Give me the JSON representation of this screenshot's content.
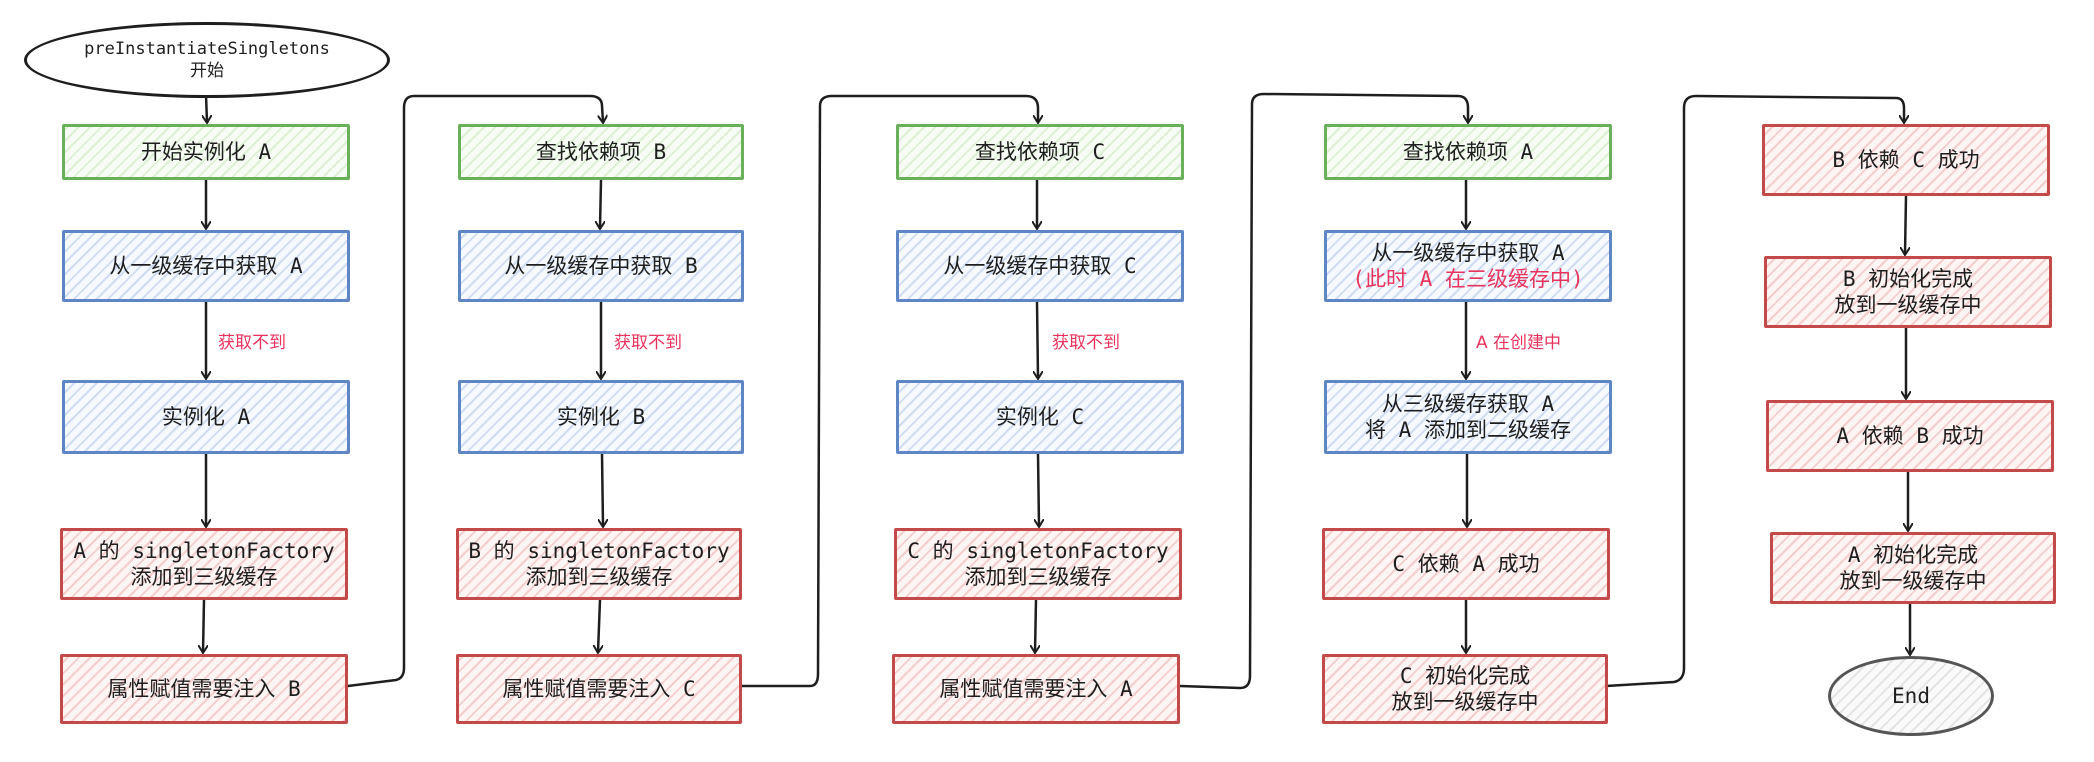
{
  "start": {
    "line1": "preInstantiateSingletons",
    "line2": "开始"
  },
  "end": {
    "label": "End"
  },
  "colors": {
    "green": "#6aaf5a",
    "blue": "#5f86c4",
    "red": "#c44a4a",
    "label": "#e8335d",
    "line": "#1e1e1e"
  },
  "col1": {
    "n1": "开始实例化 A",
    "n2": "从一级缓存中获取 A",
    "label": "获取不到",
    "n3": "实例化 A",
    "n4a": "A 的 singletonFactory",
    "n4b": "添加到三级缓存",
    "n5": "属性赋值需要注入 B"
  },
  "col2": {
    "n1": "查找依赖项 B",
    "n2": "从一级缓存中获取 B",
    "label": "获取不到",
    "n3": "实例化 B",
    "n4a": "B 的 singletonFactory",
    "n4b": "添加到三级缓存",
    "n5": "属性赋值需要注入 C"
  },
  "col3": {
    "n1": "查找依赖项 C",
    "n2": "从一级缓存中获取 C",
    "label": "获取不到",
    "n3": "实例化 C",
    "n4a": "C 的 singletonFactory",
    "n4b": "添加到三级缓存",
    "n5": "属性赋值需要注入 A"
  },
  "col4": {
    "n1": "查找依赖项 A",
    "n2a": "从一级缓存中获取 A",
    "n2b": "(此时 A 在三级缓存中)",
    "label": "A 在创建中",
    "n3a": "从三级缓存获取 A",
    "n3b": "将 A 添加到二级缓存",
    "n4": "C 依赖 A 成功",
    "n5a": "C 初始化完成",
    "n5b": "放到一级缓存中"
  },
  "col5": {
    "n1": "B 依赖 C 成功",
    "n2a": "B 初始化完成",
    "n2b": "放到一级缓存中",
    "n3": "A 依赖 B 成功",
    "n4a": "A 初始化完成",
    "n4b": "放到一级缓存中"
  }
}
